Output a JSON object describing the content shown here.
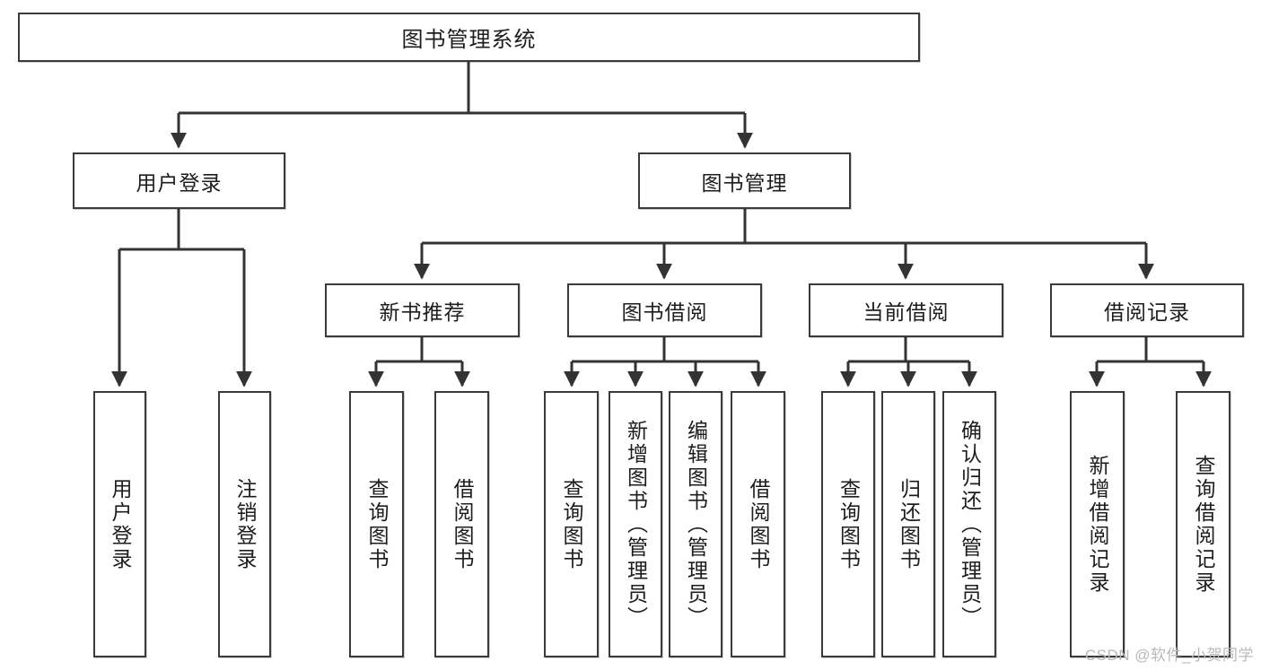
{
  "diagram": {
    "title": "图书管理系统",
    "type": "tree-hierarchy-diagram",
    "root": {
      "label": "图书管理系统"
    },
    "level2": [
      {
        "label": "用户登录"
      },
      {
        "label": "图书管理"
      }
    ],
    "level3": [
      {
        "label": "新书推荐"
      },
      {
        "label": "图书借阅"
      },
      {
        "label": "当前借阅"
      },
      {
        "label": "借阅记录"
      }
    ],
    "leaves": {
      "user_login": [
        {
          "label": "用户登录"
        },
        {
          "label": "注销登录"
        }
      ],
      "new_book_recommend": [
        {
          "label": "查询图书"
        },
        {
          "label": "借阅图书"
        }
      ],
      "book_borrow": [
        {
          "label": "查询图书"
        },
        {
          "label": "新增图书（管理员）"
        },
        {
          "label": "编辑图书（管理员）"
        },
        {
          "label": "借阅图书"
        }
      ],
      "current_borrow": [
        {
          "label": "查询图书"
        },
        {
          "label": "归还图书"
        },
        {
          "label": "确认归还（管理员）"
        }
      ],
      "borrow_record": [
        {
          "label": "新增借阅记录"
        },
        {
          "label": "查询借阅记录"
        }
      ]
    }
  },
  "watermark": {
    "text": "CSDN @软件_小贺同学"
  },
  "colors": {
    "box_border": "#3a3a3a",
    "box_fill": "#ffffff",
    "text": "#1d1d1d",
    "connector": "#333333",
    "watermark": "#b9b9b9",
    "background": "#ffffff"
  }
}
